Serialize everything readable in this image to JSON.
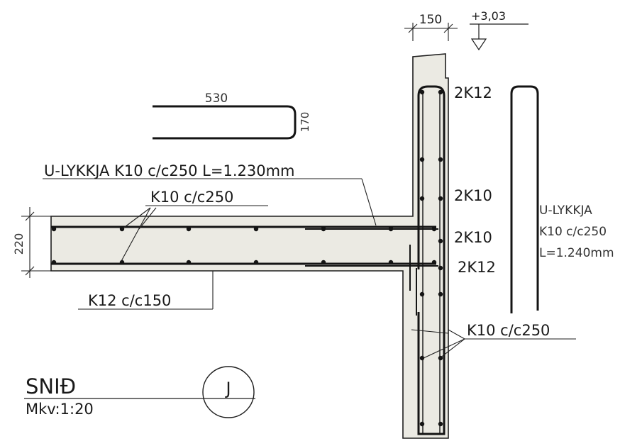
{
  "dimensions": {
    "wall_thickness": "150",
    "level": "+3,03",
    "slab_thickness": "220",
    "hook_length": "530",
    "hook_depth": "170"
  },
  "labels": {
    "u_loop_slab": "U-LYKKJA K10 c/c250 L=1.230mm",
    "slab_top_bars": "K10 c/c250",
    "slab_bottom_bars": "K12 c/c150",
    "wall_top_bars": "2K12",
    "wall_bars_mid_1": "2K10",
    "wall_bars_mid_2": "2K10",
    "wall_bars_low": "2K12",
    "wall_stirrups": "K10 c/c250",
    "u_loop_wall_1": "U-LYKKJA",
    "u_loop_wall_2": "K10 c/c250",
    "u_loop_wall_3": "L=1.240mm"
  },
  "title_block": {
    "title": "SNIÐ",
    "scale": "Mkv:1:20",
    "section_id": "J"
  },
  "colors": {
    "concrete": "#ebeae3",
    "line": "#1e1e1e",
    "rebar": "#141414"
  }
}
